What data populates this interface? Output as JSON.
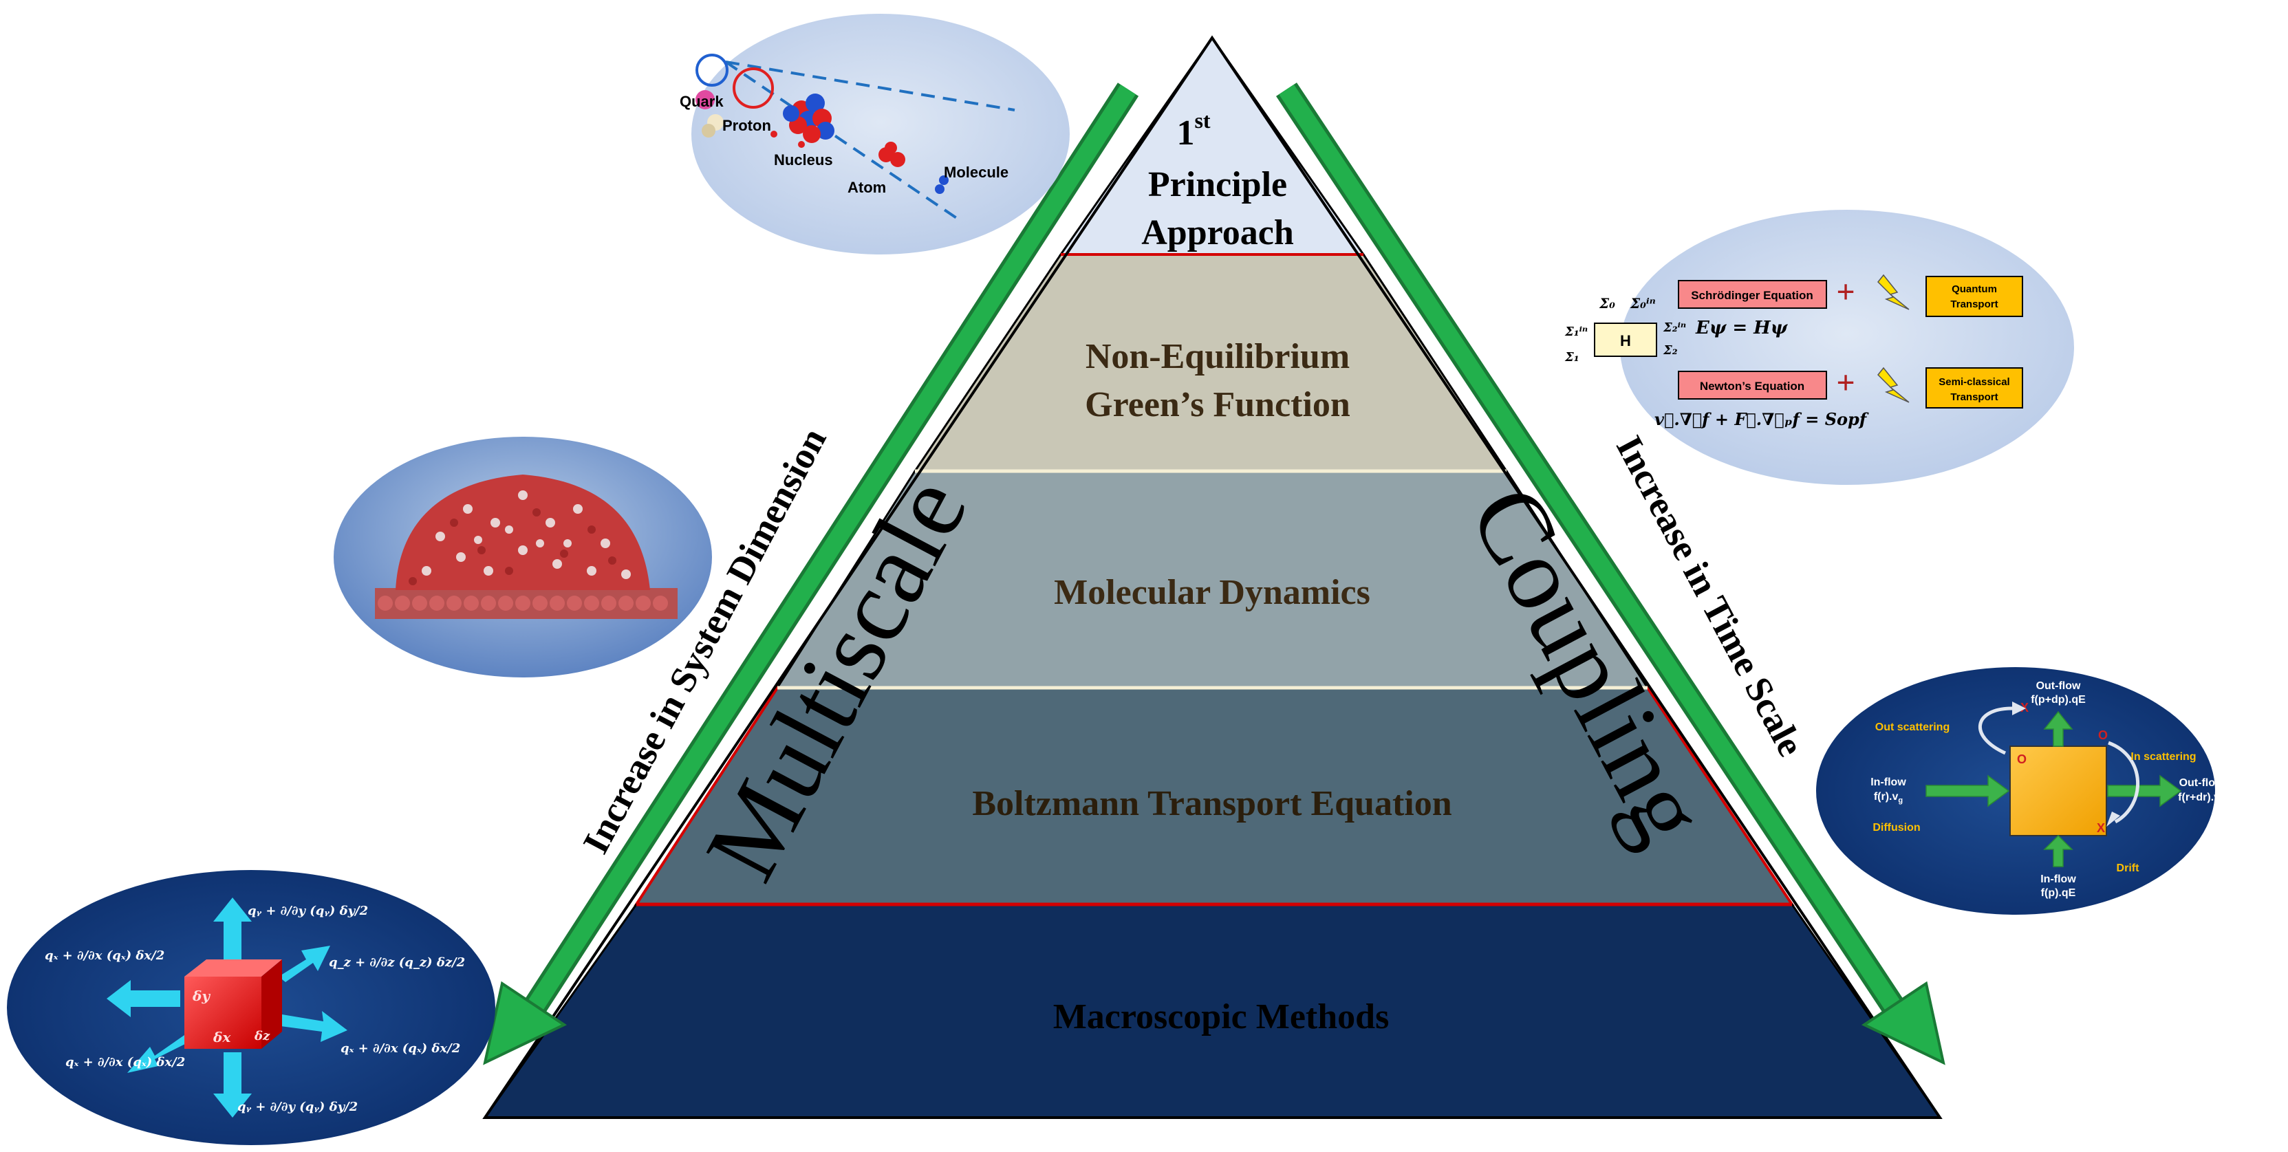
{
  "pyramid": {
    "tiers": [
      {
        "id": "first-principle",
        "line1": "1",
        "sup": "st",
        "line2": "Principle",
        "line3": "Approach",
        "color": "#dde6f4"
      },
      {
        "id": "negf",
        "line1": "Non-Equilibrium",
        "line2": "Green’s Function",
        "color": "#c9c7b6"
      },
      {
        "id": "md",
        "label": "Molecular Dynamics",
        "color": "#92a3a9"
      },
      {
        "id": "bte",
        "label": "Boltzmann Transport Equation",
        "color": "#4f6978"
      },
      {
        "id": "macro",
        "label": "Macroscopic Methods",
        "color": "#0f2d5c"
      }
    ],
    "left_word": "Multiscale",
    "right_word": "Coupling"
  },
  "arrows": {
    "left_label": "Increase in System Dimension",
    "right_label": "Increase in Time Scale",
    "color": "#1fa64a"
  },
  "atom_scale": {
    "labels": [
      "Quark",
      "Proton",
      "Nucleus",
      "Atom",
      "Molecule"
    ]
  },
  "equations_panel": {
    "schrodinger": "Schrödinger Equation",
    "newton": "Newton’s Equation",
    "quantum": "Quantum Transport",
    "quantum_l1": "Quantum",
    "quantum_l2": "Transport",
    "semi_l1": "Semi-classical",
    "semi_l2": "Transport",
    "h_label": "H",
    "eq1": "Eψ = Hψ",
    "eq2": "v⃗.∇⃗f + F⃗.∇⃗ₚf = Sopf"
  },
  "flow_panel": {
    "out_flow_top": "Out-flow",
    "out_flow_top2": "f(p+dp).qE",
    "out_scattering": "Out scattering",
    "in_scattering": "In scattering",
    "in_flow_left": "In-flow",
    "in_flow_left2": "f(r).v",
    "out_flow_right": "Out-flow",
    "out_flow_right2": "f(r+dr).v",
    "diffusion": "Diffusion",
    "drift": "Drift",
    "in_flow_bottom": "In-flow",
    "in_flow_bottom2": "f(p).qE",
    "o": "O",
    "x": "X"
  },
  "heat_panel": {
    "top": "qᵧ + ∂/∂y (qᵧ) δy/2",
    "bottom": "qᵧ + ∂/∂y (qᵧ) δy/2",
    "left_top": "qₓ + ∂/∂x (qₓ) δx/2",
    "left_bottom": "qₓ + ∂/∂x (qₓ) δx/2",
    "right_top": "q_z + ∂/∂z (q_z) δz/2",
    "right_bottom": "qₓ + ∂/∂x (qₓ) δx/2",
    "dx": "δx",
    "dy": "δy",
    "dz": "δz"
  }
}
